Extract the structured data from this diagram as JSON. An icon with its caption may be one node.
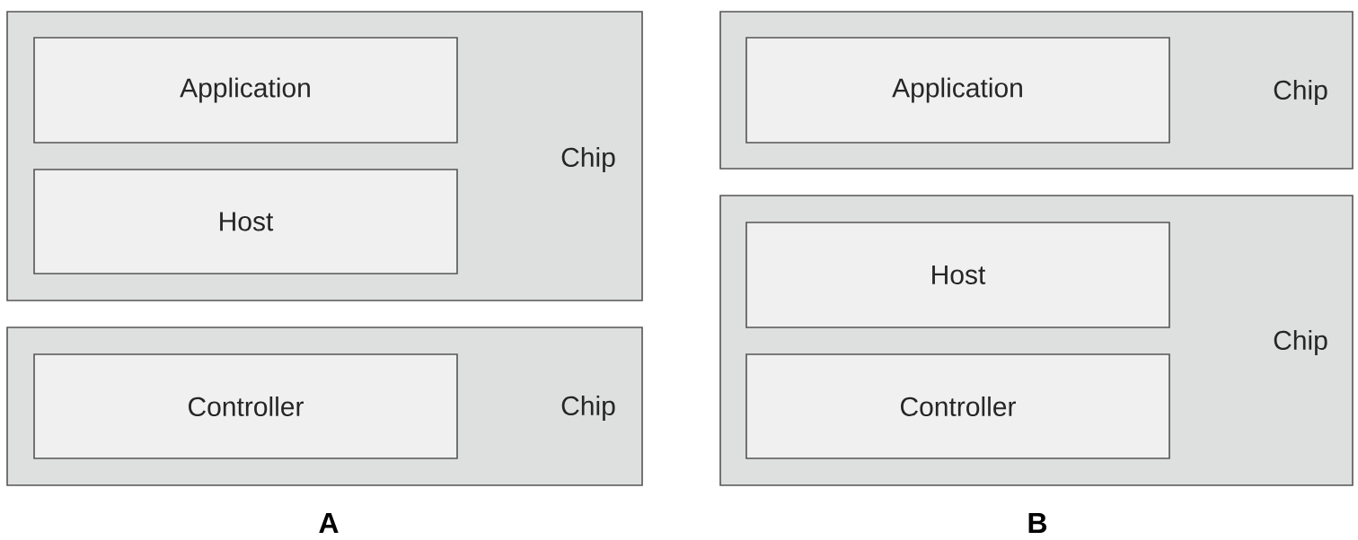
{
  "diagram": {
    "nodes": [
      {
        "text": [
          "Chip"
        ]
      },
      {
        "text": [
          "Application"
        ],
        "in": 0
      },
      {
        "text": [
          "Host"
        ],
        "in": 0
      },
      {
        "text": [
          "Chip"
        ]
      },
      {
        "text": [
          "Controller"
        ],
        "in": 3
      },
      {
        "text": [
          "Chip"
        ]
      },
      {
        "text": [
          "Application"
        ],
        "in": 5
      },
      {
        "text": [
          "Chip"
        ]
      },
      {
        "text": [
          "Host"
        ],
        "in": 7
      },
      {
        "text": [
          "Controller"
        ],
        "in": 7
      }
    ],
    "labels": [
      "A",
      "B"
    ]
  }
}
